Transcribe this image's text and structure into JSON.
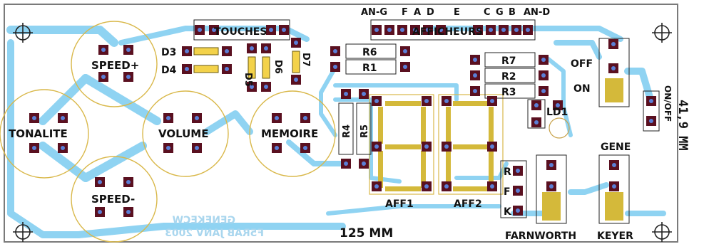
{
  "colors": {
    "board_bg": "#ffffff",
    "board_outline": "#7a7a7a",
    "copper_trace": "#8fd3f2",
    "copper_trace_dark": "#6ec3ea",
    "pad": "#5a1020",
    "pad_hole": "#5b7fd6",
    "component_outline": "#d9b84a",
    "segment_fill": "#d4b93a",
    "silk_text": "#111111",
    "mirrored_text": "#a9d6ee"
  },
  "labels": {
    "speed_plus": "SPEED+",
    "speed_minus": "SPEED-",
    "tonalite": "TONALITE",
    "volume": "VOLUME",
    "memoire": "MEMOIRE",
    "touches": "TOUCHES",
    "afficheurs": "AFFICHEURS",
    "d3": "D3",
    "d4": "D4",
    "d5": "D5",
    "d6": "D6",
    "d7": "D7",
    "r1": "R1",
    "r2": "R2",
    "r3": "R3",
    "r4": "R4",
    "r5": "R5",
    "r6": "R6",
    "r7": "R7",
    "ld1": "LD1",
    "off": "OFF",
    "on": "ON",
    "on_off": "ON/OFF",
    "gene": "GENE",
    "keyer": "KEYER",
    "farnworth": "FARNWORTH",
    "aff1": "AFF1",
    "aff2": "AFF2",
    "width_dim": "125 MM",
    "height_dim": "41,9 MM",
    "pin_an_g": "AN-G",
    "pin_f": "F",
    "pin_a": "A",
    "pin_d": "D",
    "pin_e": "E",
    "pin_c": "C",
    "pin_g": "G",
    "pin_b": "B",
    "pin_an_d": "AN-D",
    "switch_r": "R",
    "switch_f": "F",
    "switch_k": "K",
    "mirror_line1": "GENEKECW",
    "mirror_line2": "F5RAB JANV 2003"
  }
}
